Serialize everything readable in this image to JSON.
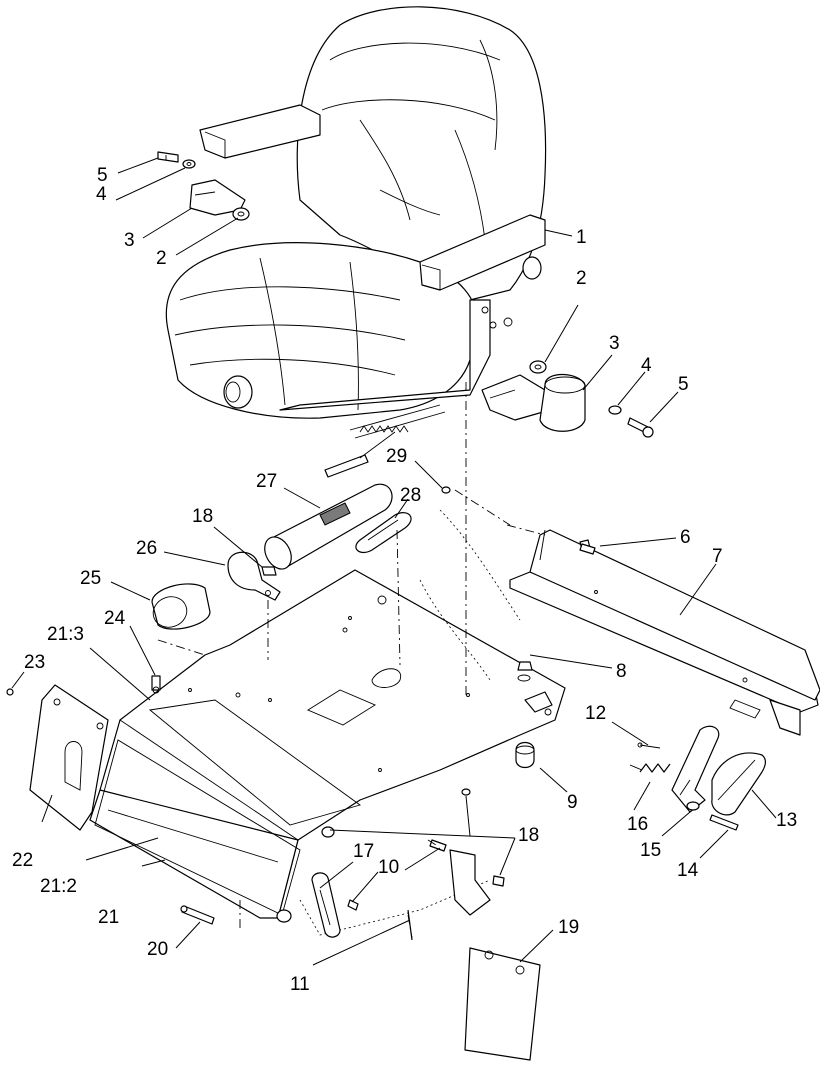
{
  "callouts": [
    {
      "id": "c1",
      "text": "1"
    },
    {
      "id": "c2a",
      "text": "2"
    },
    {
      "id": "c2b",
      "text": "2"
    },
    {
      "id": "c3a",
      "text": "3"
    },
    {
      "id": "c3b",
      "text": "3"
    },
    {
      "id": "c4a",
      "text": "4"
    },
    {
      "id": "c4b",
      "text": "4"
    },
    {
      "id": "c5a",
      "text": "5"
    },
    {
      "id": "c5b",
      "text": "5"
    },
    {
      "id": "c6",
      "text": "6"
    },
    {
      "id": "c7",
      "text": "7"
    },
    {
      "id": "c8",
      "text": "8"
    },
    {
      "id": "c9",
      "text": "9"
    },
    {
      "id": "c10",
      "text": "10"
    },
    {
      "id": "c11",
      "text": "11"
    },
    {
      "id": "c12",
      "text": "12"
    },
    {
      "id": "c13",
      "text": "13"
    },
    {
      "id": "c14",
      "text": "14"
    },
    {
      "id": "c15",
      "text": "15"
    },
    {
      "id": "c16",
      "text": "16"
    },
    {
      "id": "c17",
      "text": "17"
    },
    {
      "id": "c18a",
      "text": "18"
    },
    {
      "id": "c18b",
      "text": "18"
    },
    {
      "id": "c19",
      "text": "19"
    },
    {
      "id": "c20",
      "text": "20"
    },
    {
      "id": "c21",
      "text": "21"
    },
    {
      "id": "c21-2",
      "text": "21:2"
    },
    {
      "id": "c21-3",
      "text": "21:3"
    },
    {
      "id": "c22",
      "text": "22"
    },
    {
      "id": "c23",
      "text": "23"
    },
    {
      "id": "c24",
      "text": "24"
    },
    {
      "id": "c25",
      "text": "25"
    },
    {
      "id": "c26",
      "text": "26"
    },
    {
      "id": "c27",
      "text": "27"
    },
    {
      "id": "c28",
      "text": "28"
    },
    {
      "id": "c29",
      "text": "29"
    }
  ]
}
